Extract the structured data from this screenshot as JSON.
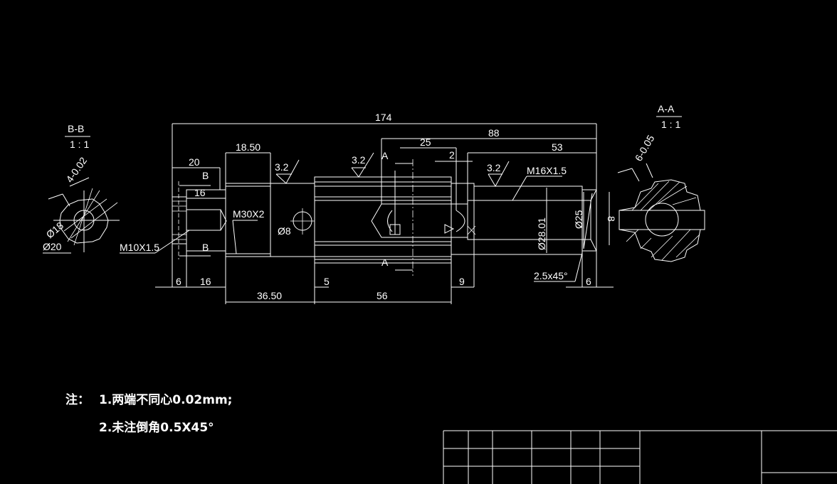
{
  "section_bb": {
    "title": "B-B",
    "scale": "1 : 1",
    "dims": [
      "4-0.02",
      "Ø18",
      "Ø20"
    ]
  },
  "section_aa": {
    "title": "A-A",
    "scale": "1 : 1",
    "dims": [
      "6-0.05",
      "8"
    ]
  },
  "main_view": {
    "dims_top": {
      "overall": "174",
      "d88": "88",
      "d53": "53",
      "d25": "25",
      "d2": "2",
      "d20": "20",
      "d18_50": "18.50",
      "d16": "16"
    },
    "dims_bottom": {
      "d6_left": "6",
      "d16": "16",
      "d36_50": "36.50",
      "d5": "5",
      "d56": "56",
      "d9": "9",
      "d6_right": "6"
    },
    "roughness": [
      "3.2",
      "3.2",
      "3.2"
    ],
    "callouts": {
      "m10": "M10X1.5",
      "m30": "M30X2",
      "m16": "M16X1.5",
      "hole": "Ø8",
      "d28": "Ø28.01",
      "d25": "Ø25",
      "chamfer": "2.5x45°"
    },
    "section_marks": {
      "a_top": "A",
      "a_bottom": "A",
      "b_top": "B",
      "b_bottom": "B"
    }
  },
  "notes": {
    "label": "注：",
    "line1": "1.两端不同心0.02mm;",
    "line2": "2.未注倒角0.5X45°"
  },
  "colors": {
    "background": "#000000",
    "lines": "#ffffff"
  }
}
